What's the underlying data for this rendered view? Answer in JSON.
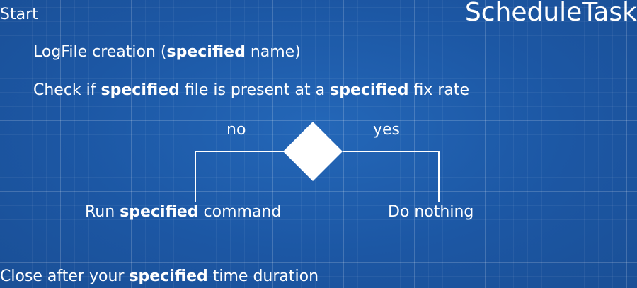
{
  "title": "ScheduleTask",
  "start": "Start",
  "step1": {
    "a": "LogFile creation (",
    "b": "specified",
    "c": " name)"
  },
  "step2": {
    "a": "Check if ",
    "b": "specified",
    "c": " file is present at a ",
    "d": "specified",
    "e": " fix rate"
  },
  "decision": {
    "no_label": "no",
    "yes_label": "yes"
  },
  "branch_no": {
    "a": "Run ",
    "b": "specified",
    "c": " command"
  },
  "branch_yes": "Do nothing",
  "close": {
    "a": "Close after your ",
    "b": "specified",
    "c": " time duration"
  },
  "colors": {
    "background": "#1e5aa8",
    "foreground": "#ffffff"
  }
}
